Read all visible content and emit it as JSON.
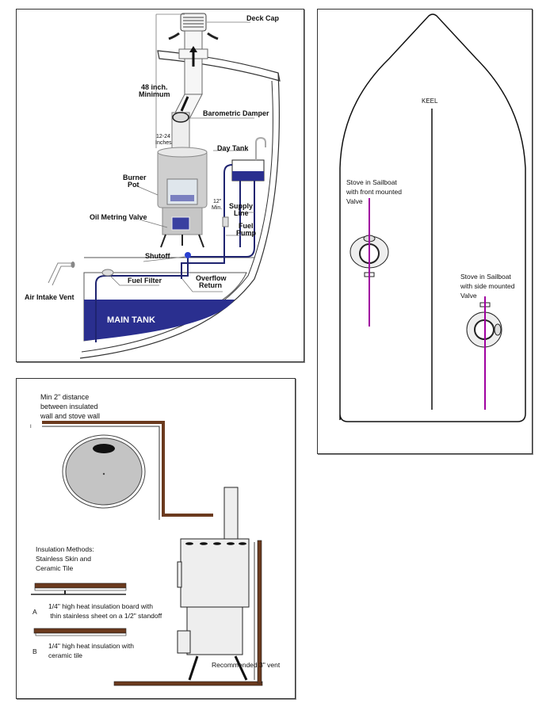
{
  "fuel_diagram": {
    "labels": {
      "deck_cap": "Deck Cap",
      "min_height_line1": "48 inch.",
      "min_height_line2": "Minimum",
      "barometric_damper": "Barometric Damper",
      "damper_dist_line1": "12-24",
      "damper_dist_line2": "Inches",
      "day_tank": "Day Tank",
      "burner_pot_line1": "Burner",
      "burner_pot_line2": "Pot",
      "min_12_line1": "12\"",
      "min_12_line2": "Min.",
      "supply_line_line1": "Supply",
      "supply_line_line2": "Line",
      "oil_metering_valve": "Oil Metring Valve",
      "fuel_pump_line1": "Fuel",
      "fuel_pump_line2": "Pump",
      "shutoff": "Shutoff",
      "fuel_filter": "Fuel Filter",
      "overflow_line1": "Overflow",
      "overflow_line2": "Return",
      "air_intake_vent": "Air Intake Vent",
      "main_tank": "MAIN TANK"
    },
    "colors": {
      "fuel": "#2a2f8f",
      "pipe": "#1f2470"
    }
  },
  "hull_diagram": {
    "labels": {
      "keel": "KEEL",
      "front_valve_line1": "Stove in Sailboat",
      "front_valve_line2": "with front mounted",
      "front_valve_line3": "Valve",
      "side_valve_line1": "Stove in Sailboat",
      "side_valve_line2": "with side mounted",
      "side_valve_line3": "Valve"
    },
    "colors": {
      "centerline": "#a000a0"
    }
  },
  "installation_diagram": {
    "labels": {
      "min_distance_line1": "Min 2\" distance",
      "min_distance_line2": "between insulated",
      "min_distance_line3": "wall and stove wall",
      "methods_line1": "Insulation Methods:",
      "methods_line2": "Stainless Skin and",
      "methods_line3": "Ceramic Tile",
      "method_a_letter": "A",
      "method_a_line1": "1/4\" high heat insulation board with",
      "method_a_line2": " thin stainless sheet on a 1/2\" standoff",
      "method_b_letter": "B",
      "method_b_line1": "1/4\" high heat insulation with",
      "method_b_line2": "ceramic tile",
      "vent": "Recommended 3\" vent"
    },
    "colors": {
      "wood": "#6b3a1e"
    }
  }
}
